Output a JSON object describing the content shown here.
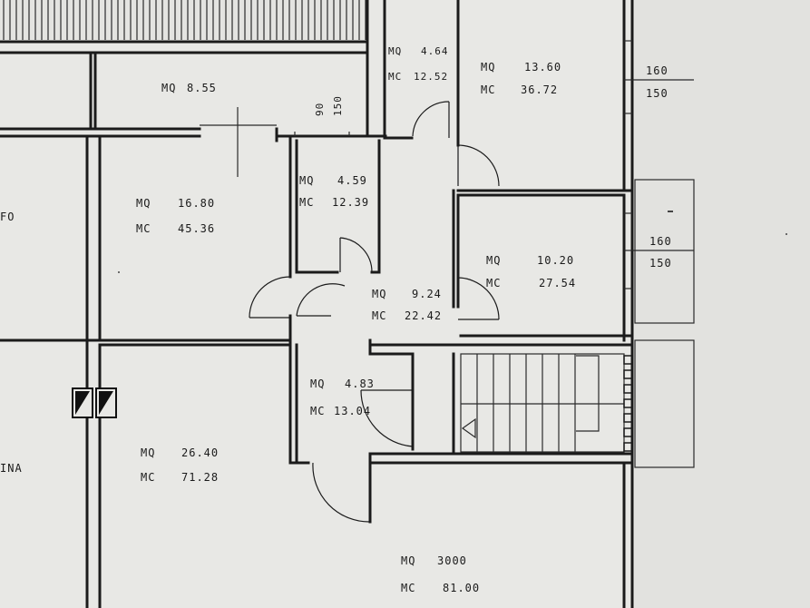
{
  "rooms": [
    {
      "id": "r1",
      "mq_label": "MQ",
      "mq": "8.55"
    },
    {
      "id": "r2",
      "mq_label": "MQ",
      "mq": "4.64",
      "mc_label": "MC",
      "mc": "12.52"
    },
    {
      "id": "r3",
      "mq_label": "MQ",
      "mq": "13.60",
      "mc_label": "MC",
      "mc": "36.72"
    },
    {
      "id": "r4",
      "mq_label": "MQ",
      "mq": "16.80",
      "mc_label": "MC",
      "mc": "45.36"
    },
    {
      "id": "r5",
      "mq_label": "MQ",
      "mq": "4.59",
      "mc_label": "MC",
      "mc": "12.39"
    },
    {
      "id": "r6",
      "mq_label": "MQ",
      "mq": "10.20",
      "mc_label": "MC",
      "mc": "27.54"
    },
    {
      "id": "r7",
      "mq_label": "MQ",
      "mq": "9.24",
      "mc_label": "MC",
      "mc": "22.42"
    },
    {
      "id": "r8",
      "mq_label": "MQ",
      "mq": "4.83",
      "mc_label": "MC",
      "mc": "13.04"
    },
    {
      "id": "r9",
      "mq_label": "MQ",
      "mq": "26.40",
      "mc_label": "MC",
      "mc": "71.28"
    },
    {
      "id": "r10",
      "mq_label": "MQ",
      "mq": "3000",
      "mc_label": "MC",
      "mc": "81.00"
    }
  ],
  "windows": [
    {
      "top": "160",
      "bottom": "150"
    },
    {
      "top": "160",
      "bottom": "150"
    }
  ],
  "window_small": {
    "a": "90",
    "b": "150"
  },
  "partial_labels": {
    "left_mid": "FO",
    "left_bottom": "INA"
  }
}
